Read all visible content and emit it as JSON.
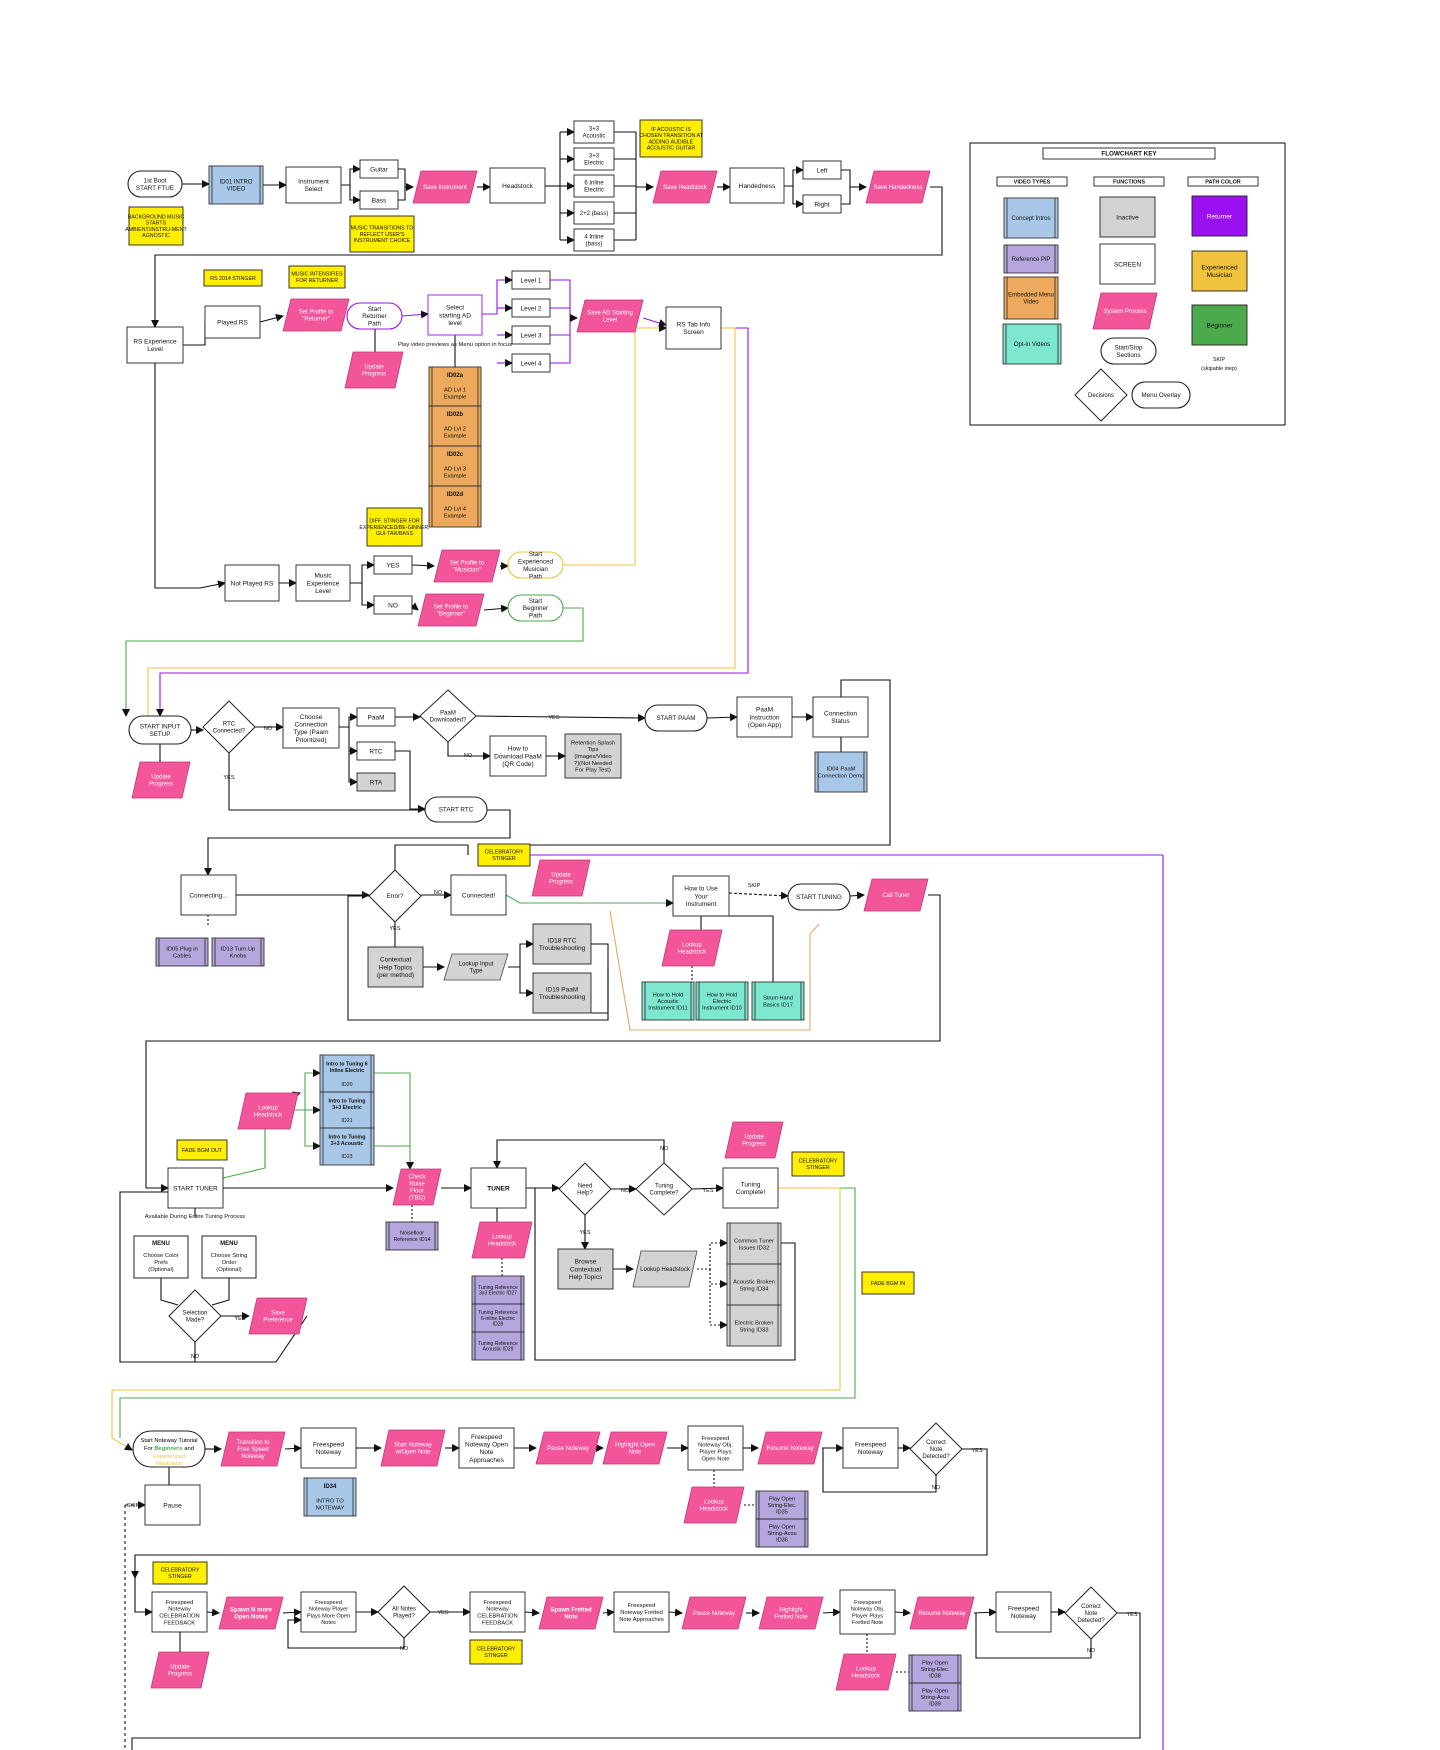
{
  "colors": {
    "screen": "#ffffff",
    "inactive": "#d3d3d3",
    "system": "#f2559a",
    "concept": "#a9c8e8",
    "reference": "#b6a6dd",
    "embedded": "#eda95c",
    "optin": "#7de8cf",
    "note": "#ffee00",
    "returner": "#9b10f0",
    "experienced": "#f0c23e",
    "beginner": "#4bab4c",
    "line": "#111111"
  },
  "key": {
    "title": "FLOWCHART KEY",
    "video_types": "VIDEO TYPES",
    "functions": "FUNCTIONS",
    "path_color": "PATH COLOR",
    "concept": "Concept Intros",
    "reference": "Reference PiP",
    "embedded": "Embedded Menu Video",
    "optin": "Opt-in Videos",
    "inactive": "Inactive",
    "screen": "SCREEN",
    "system": "System Process",
    "startstop": "Start/Stop Sections",
    "decisions": "Decisions",
    "menu_overlay": "Menu Overlay",
    "returner": "Returner",
    "experienced": "Experienced Musician",
    "beginner": "Beginner",
    "skip": "SKIP",
    "skipable": "(skipable step)"
  },
  "s1": {
    "boot": "1st Boot START FTUE",
    "id01": "ID01 INTRO VIDEO",
    "inst_select": "Instrument Select",
    "guitar": "Guitar",
    "bass": "Bass",
    "save_inst": "Save Instrument",
    "headstock": "Headstock",
    "h33a": "3+3 Acoustic",
    "h33e": "3+3 Electric",
    "h6": "6 Inline Electric",
    "h22": "2+2 (bass)",
    "h4": "4 Inline (bass)",
    "save_head": "Save Headstock",
    "handed": "Handedness",
    "left": "Left",
    "right": "Right",
    "save_hand": "Save Handedness",
    "note_bgm": "BACKGROUND MUSIC STARTS AMBIENT/INSTRU-MENT AGNOSTIC",
    "note_trans": "MUSIC TRANSITIONS TO REFLECT USER'S INSTRUMENT CHOICE",
    "note_acoustic": "IF ACOUSTIC IS CHOSEN TRANSITION AT ADDING AUDIBLE ACOUSTIC GUITAR"
  },
  "s2": {
    "rs_level": "RS Experience Level",
    "played": "Played RS",
    "set_ret": "Set Profile to \"Returner\"",
    "start_ret": "Start Returner Path",
    "select_ad": "Select starting AD level",
    "level1": "Level 1",
    "level2": "Level 2",
    "level3": "Level 3",
    "level4": "Level 4",
    "save_ad": "Save AD Starting Level",
    "rs_tab": "RS Tab Info Screen",
    "update": "Update Progress",
    "play_prev": "Play video previews as Menu option in focus",
    "id02a": "ID02a",
    "ad1": "AD Lvl 1 Example",
    "id02b": "ID02b",
    "ad2": "AD Lvl 2 Example",
    "id02c": "ID02c",
    "ad3": "AD Lvl 3 Example",
    "id02d": "ID02d",
    "ad4": "AD Lvl 4 Example",
    "note_2014": "RS 2014 STINGER",
    "note_intens": "MUSIC INTENSIFIES FOR RETURNER",
    "note_diff": "DIFF. STINGER FOR EXPERIENCED/BE-GINNER, GUI-TAR/BASS",
    "not_played": "Not Played RS",
    "music_exp": "Music Experience Level",
    "yes": "YES",
    "no": "NO",
    "set_mus": "Set Profile to \"Musician\"",
    "start_exp": "Start Experienced Musician Path",
    "set_beg": "Set Profile to \"Beginner\"",
    "start_beg": "Start Beginner Path"
  },
  "s3": {
    "start_input": "START INPUT SETUP",
    "rtc_conn": "RTC Connected?",
    "choose_conn": "Choose Connection Type (Paam Prioritized)",
    "paam": "PaaM",
    "rtc": "RTC",
    "rta": "RTA",
    "paam_dl": "PaaM Downloaded?",
    "how_dl": "How to Download PaaM (QR Code)",
    "retention": "Retention Splash Tips (Images/Video ?)(Not Needed For Play Test)",
    "start_paam": "START PAAM",
    "paam_instr": "PaaM Instruction (Open App)",
    "conn_status": "Connection Status",
    "id04": "ID04 PaaM Connection Demo",
    "start_rtc": "START RTC",
    "update": "Update Progress",
    "no": "NO",
    "yes": "YES"
  },
  "s4": {
    "connecting": "Connecting...",
    "id05": "ID05 Plug in Cables",
    "id13": "ID13 Turn Up Knobs",
    "error": "Error?",
    "connected": "Connected!",
    "celebratory": "CELEBRATORY STINGER",
    "update": "Update Progress",
    "how_use": "How to Use Your Instrument",
    "skip": "SKIP",
    "start_tuning": "START TUNING",
    "call_tuner": "Call Tuner",
    "contextual": "Contextual Help Topics (per method)",
    "lookup_input": "Lookup Input Type",
    "id18": "ID18 RTC Troubleshooting",
    "id19": "ID19 PaaM Troubleshooting",
    "lookup_head": "Lookup Headstock",
    "id11": "How to Hold Acoustic Instrument ID11",
    "id10": "How to Hold Electric Instrument ID10",
    "id17": "Strum Hand Basics ID17",
    "yes": "YES",
    "no": "NO"
  },
  "s5": {
    "lookup_head": "Lookup Headstock",
    "intro6": "Intro to Tuning 6 Inline Electric",
    "id20": "ID20",
    "intro33e": "Intro to Tuning 3+3 Electric",
    "id21": "ID21",
    "intro33a": "Intro to Tuning 3+3 Acoustic",
    "id23": "ID23",
    "fade_out": "FADE BGM OUT",
    "start_tuner": "START TUNER",
    "check_noise": "Check Noise Floor (TBD)",
    "noisefloor": "Noisefloor Reference ID14",
    "tuner": "TUNER",
    "need_help": "Need Help?",
    "tuning_complete_q": "Tuning Complete?",
    "tuning_complete": "Tuning Complete!",
    "update": "Update Progress",
    "celebratory": "CELEBRATORY STINGER",
    "fade_in": "FADE BGM IN",
    "available": "Available During Entire Tuning Process",
    "menu1_title": "MENU",
    "menu1": "Choose Color Prefs (Optional)",
    "menu2_title": "MENU",
    "menu2": "Choose String Order (Optional)",
    "selection": "Selection Made?",
    "save_pref": "Save Preference",
    "lookup_head2": "Lookup Headstock",
    "tref1": "Tuning Reference 3x3 Electric ID27",
    "tref2": "Tuning Reference 6-inline Electric ID28",
    "tref3": "Tuning Reference Acoustic ID29",
    "browse": "Browse Contextual Help Topics",
    "lookup_head3": "Lookup Headstock",
    "common": "Common Tuner Issues ID32",
    "acoustic_broken": "Acoustic Broken String ID34",
    "electric_broken": "Electric Broken String ID33",
    "yes": "YES",
    "no": "NO"
  },
  "s6": {
    "start_noteway_l1": "Start Noteway Tutorial",
    "start_noteway_l2a": "For ",
    "start_noteway_beg": "Beginners",
    "start_noteway_l2b": " and",
    "start_noteway_exp": "Experienced",
    "start_noteway_l3": "Musicians",
    "transition": "Transition to Free Speed Noteway",
    "fs_noteway": "Freespeed Noteway",
    "id34": "ID34",
    "intro_noteway": "INTRO TO NOTEWAY",
    "start_open": "Start Noteway w/Open Note",
    "fs_open": "Freespeed Noteway Open Note Approaches",
    "pause": "Pause Noteway",
    "highlight_open": "Highlight Open Note",
    "fs_obj": "Freespeed Noteway Obj. Player Plays Open Note",
    "resume": "Resume Noteway",
    "fs_noteway2": "Freespeed Noteway",
    "correct": "Correct Note Detected?",
    "lookup_head": "Lookup Headstock",
    "id35": "Play Open String-Elec. ID35",
    "id36": "Play Open String-Acou ID36",
    "pause_box": "Pause",
    "skip": "SKIP",
    "yes": "YES",
    "no": "NO"
  },
  "s7": {
    "celebratory": "CELEBRATORY STINGER",
    "fs_celeb": "Freespeed Noteway CELEBRATION FEEDBACK",
    "spawn_open": "Spawn N more Open Notes",
    "fs_player": "Freespeed Noteway Player Plays More Open Notes",
    "all_played": "All Notes Played?",
    "fs_celeb2": "Freespeed Noteway CELEBRATION FEEDBACK",
    "celebratory2": "CELEBRATORY STINGER",
    "spawn_fretted": "Spawn Fretted Note",
    "fs_fretted": "Freespeed Noteway Fretted Note Approaches",
    "pause": "Pause Noteway",
    "highlight_fretted": "Highlight Fretted Note",
    "fs_obj_fretted": "Freespeed Noteway Obj. Player Plays Fretted Note",
    "resume": "Resume Noteway",
    "fs_noteway": "Freespeed Noteway",
    "correct": "Correct Note Detected?",
    "update": "Update Progress",
    "lookup_head": "Lookup Headstock",
    "id38": "Play Open String-Elec. ID38",
    "id39": "Play Open String-Acou ID39",
    "yes": "YES",
    "no": "NO"
  }
}
